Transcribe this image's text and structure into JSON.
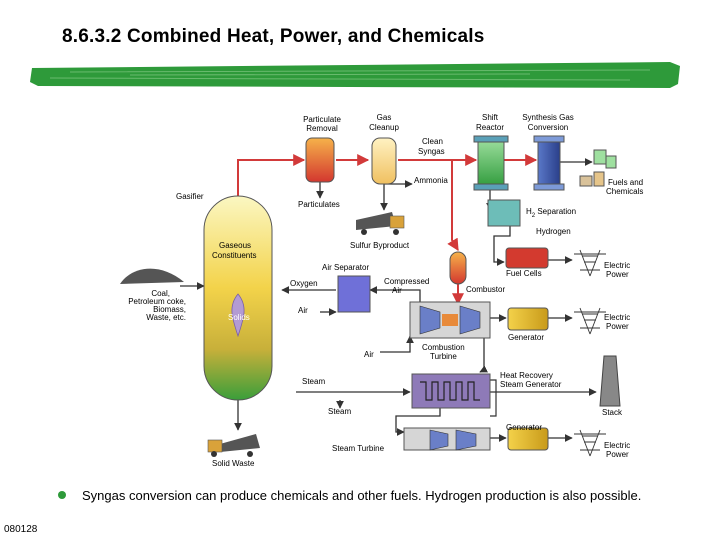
{
  "title": "8.6.3.2 Combined Heat, Power, and Chemicals",
  "colors": {
    "accent_bar": "#2e9a3a",
    "bullet": "#2e9a3a",
    "arrow": "#333333",
    "hot_arrow": "#d23a3a"
  },
  "diagram": {
    "gasifier": "Gasifier",
    "gaseous_constituents": [
      "Gaseous",
      "Constituents"
    ],
    "solids": "Solids",
    "feed": [
      "Coal,",
      "Petroleum coke,",
      "Biomass,",
      "Waste, etc."
    ],
    "particulate_removal": [
      "Particulate",
      "Removal"
    ],
    "particulates": "Particulates",
    "gas_cleanup": [
      "Gas",
      "Cleanup"
    ],
    "clean_syngas": [
      "Clean",
      "Syngas"
    ],
    "ammonia": "Ammonia",
    "sulfur_byproduct": "Sulfur Byproduct",
    "shift_reactor": [
      "Shift",
      "Reactor"
    ],
    "synthesis_gas_conversion": [
      "Synthesis Gas",
      "Conversion"
    ],
    "fuels_and_chemicals": [
      "Fuels and",
      "Chemicals"
    ],
    "h2_separation": "H2 Separation",
    "h2_symbol": "H",
    "h2_sub": "2",
    "h2_rest": " Separation",
    "hydrogen": "Hydrogen",
    "fuel_cells": "Fuel Cells",
    "electric_power": [
      "Electric",
      "Power"
    ],
    "air_separator": "Air Separator",
    "oxygen": "Oxygen",
    "compressed_air": [
      "Compressed",
      "Air"
    ],
    "combustor": "Combustor",
    "air": "Air",
    "combustion_turbine": [
      "Combustion",
      "Turbine"
    ],
    "generator": "Generator",
    "heat_recovery": [
      "Heat Recovery",
      "Steam Generator"
    ],
    "steam": "Steam",
    "stack": "Stack",
    "steam_turbine": "Steam Turbine",
    "solid_waste": "Solid Waste"
  },
  "bullet": "Syngas conversion can produce chemicals and other fuels. Hydrogen production is also possible.",
  "code": "080128"
}
